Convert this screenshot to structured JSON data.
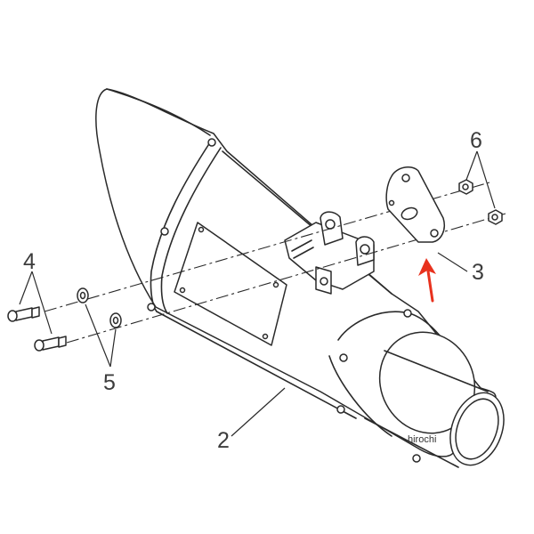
{
  "callouts": {
    "part_2": "2",
    "part_3": "3",
    "part_4": "4",
    "part_5": "5",
    "part_6": "6"
  },
  "watermark": "hirochi",
  "colors": {
    "highlight_arrow": "#e8321e",
    "line_art": "#2a2a2a"
  },
  "icons": {
    "highlight": "arrow-up-icon"
  }
}
